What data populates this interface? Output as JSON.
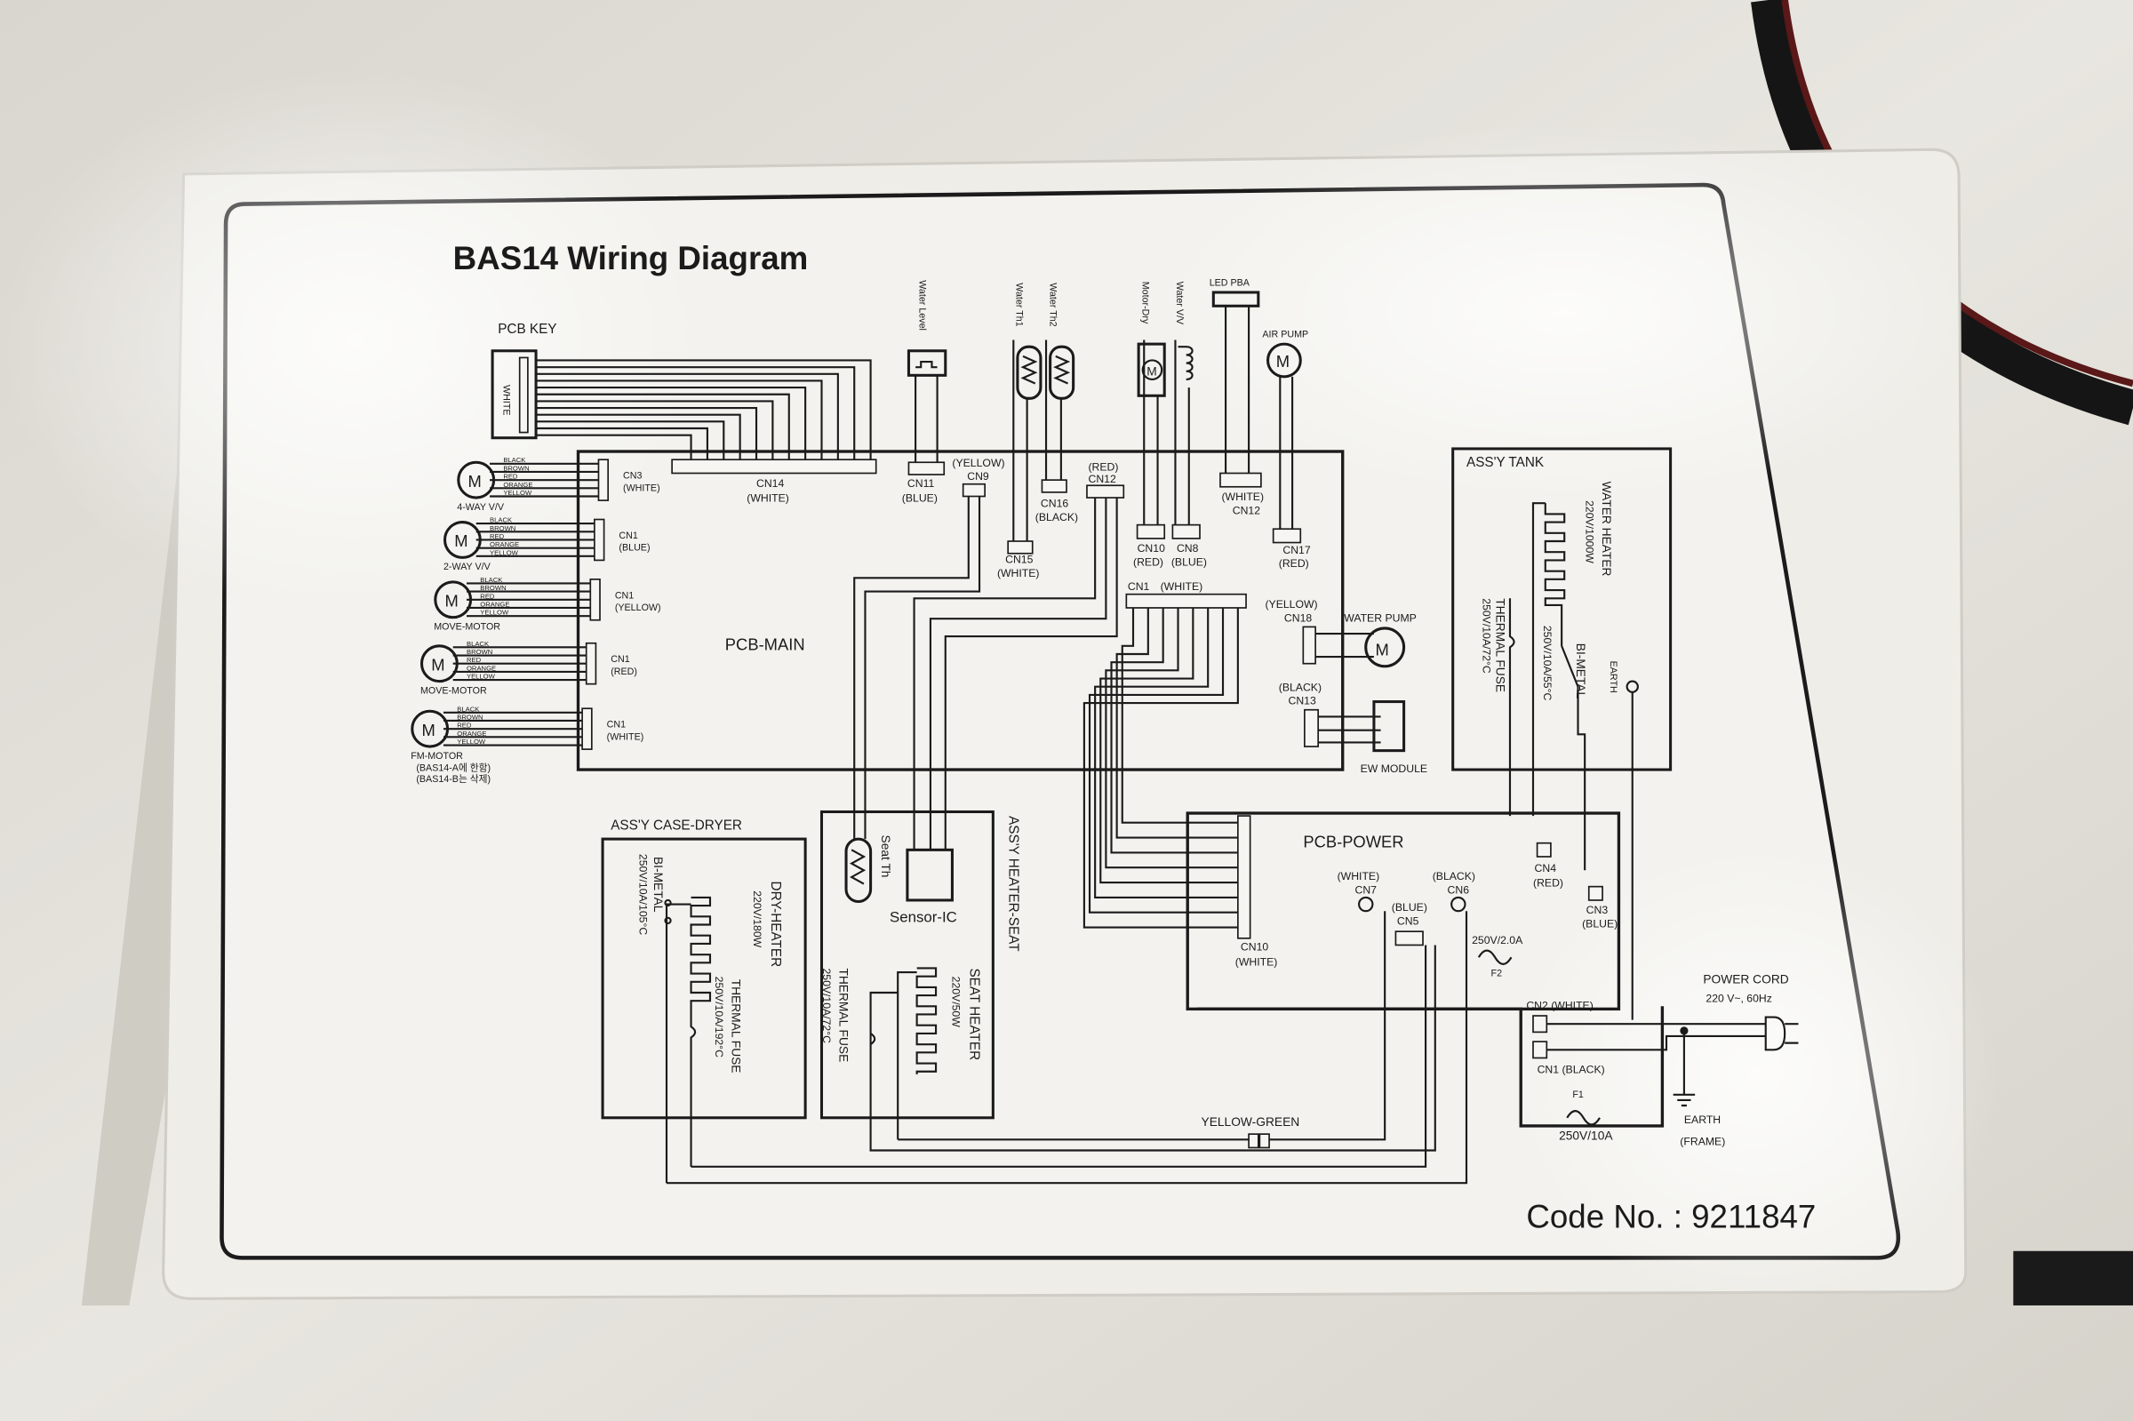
{
  "title": "BAS14 Wiring Diagram",
  "code_no": "Code No. : 9211847",
  "pcb_key": {
    "label": "PCB KEY",
    "connector_color": "WHITE"
  },
  "pcb_main": {
    "label": "PCB-MAIN",
    "cn14": {
      "name": "CN14",
      "color": "(WHITE)"
    },
    "cn11": {
      "name": "CN11",
      "color": "(BLUE)"
    },
    "cn9": {
      "name": "CN9",
      "color": "(YELLOW)"
    },
    "cn15": {
      "name": "CN15",
      "color": "(WHITE)"
    },
    "cn16": {
      "name": "CN16",
      "color": "(BLACK)"
    },
    "cn12_red": {
      "name": "CN12",
      "color": "(RED)"
    },
    "cn10": {
      "name": "CN10",
      "color": "(RED)"
    },
    "cn8": {
      "name": "CN8",
      "color": "(BLUE)"
    },
    "cn12_white": {
      "name": "CN12",
      "color": "(WHITE)"
    },
    "cn17": {
      "name": "CN17",
      "color": "(RED)"
    },
    "cn1": {
      "name": "CN1",
      "color": "(WHITE)"
    },
    "cn18": {
      "name": "CN18",
      "color": "(YELLOW)"
    },
    "cn13": {
      "name": "CN13",
      "color": "(BLACK)"
    }
  },
  "motors": [
    {
      "name": "4-WAY V/V",
      "cn": "CN3",
      "color": "(WHITE)"
    },
    {
      "name": "2-WAY V/V",
      "cn": "CN1",
      "color": "(BLUE)"
    },
    {
      "name": "MOVE-MOTOR",
      "cn": "CN1",
      "color": "(YELLOW)"
    },
    {
      "name": "MOVE-MOTOR",
      "cn": "CN1",
      "color": "(RED)"
    },
    {
      "name": "FM-MOTOR",
      "cn": "CN1",
      "color": "(WHITE)",
      "note1": "(BAS14-A에 한함)",
      "note2": "(BAS14-B는 삭제)"
    }
  ],
  "motor_symbol": "M",
  "wire_colors": [
    "BLACK",
    "BROWN",
    "RED",
    "ORANGE",
    "YELLOW"
  ],
  "top_parts": {
    "water_level": "Water Level",
    "water_th1": "Water Th1",
    "water_th2": "Water Th2",
    "motor_dry": "Motor-Dry",
    "water_vv": "Water V/V",
    "led_pba": "LED PBA",
    "air_pump": "AIR PUMP"
  },
  "water_pump": "WATER PUMP",
  "ew_module": "EW MODULE",
  "tank": {
    "label": "ASS'Y TANK",
    "heater": "WATER HEATER",
    "heater_rating": "220V/1000W",
    "fuse": "THERMAL FUSE",
    "fuse_rating": "250V/10A/72°C",
    "bimetal": "BI-METAL",
    "bimetal_rating": "250V/10A/55°C",
    "earth": "EARTH"
  },
  "case_dryer": {
    "label": "ASS'Y CASE-DRYER",
    "heater": "DRY-HEATER",
    "heater_rating": "220V/180W",
    "bimetal": "BI-METAL",
    "bimetal_rating": "250V/10A/105°C",
    "fuse": "THERMAL FUSE",
    "fuse_rating": "250V/10A/192°C"
  },
  "heater_seat": {
    "label": "ASS'Y HEATER-SEAT",
    "seat_th": "Seat Th",
    "sensor_ic": "Sensor-IC",
    "heater": "SEAT HEATER",
    "heater_rating": "220V/50W",
    "fuse": "THERMAL FUSE",
    "fuse_rating": "250V/10A/72°C"
  },
  "pcb_power": {
    "label": "PCB-POWER",
    "cn10": {
      "name": "CN10",
      "color": "(WHITE)"
    },
    "cn7": {
      "name": "CN7",
      "color": "(WHITE)"
    },
    "cn5": {
      "name": "CN5",
      "color": "(BLUE)"
    },
    "cn6": {
      "name": "CN6",
      "color": "(BLACK)"
    },
    "f2_rating": "250V/2.0A",
    "f2": "F2",
    "cn4": {
      "name": "CN4",
      "color": "(RED)"
    },
    "cn3": {
      "name": "CN3",
      "color": "(BLUE)"
    },
    "cn2": "CN2 (WHITE)",
    "cn1": "CN1 (BLACK)",
    "f1": "F1",
    "f1_rating": "250V/10A"
  },
  "yellow_green": "YELLOW-GREEN",
  "power_cord": {
    "label": "POWER CORD",
    "rating": "220 V~, 60Hz"
  },
  "earth_frame": {
    "label": "EARTH",
    "sub": "(FRAME)"
  }
}
